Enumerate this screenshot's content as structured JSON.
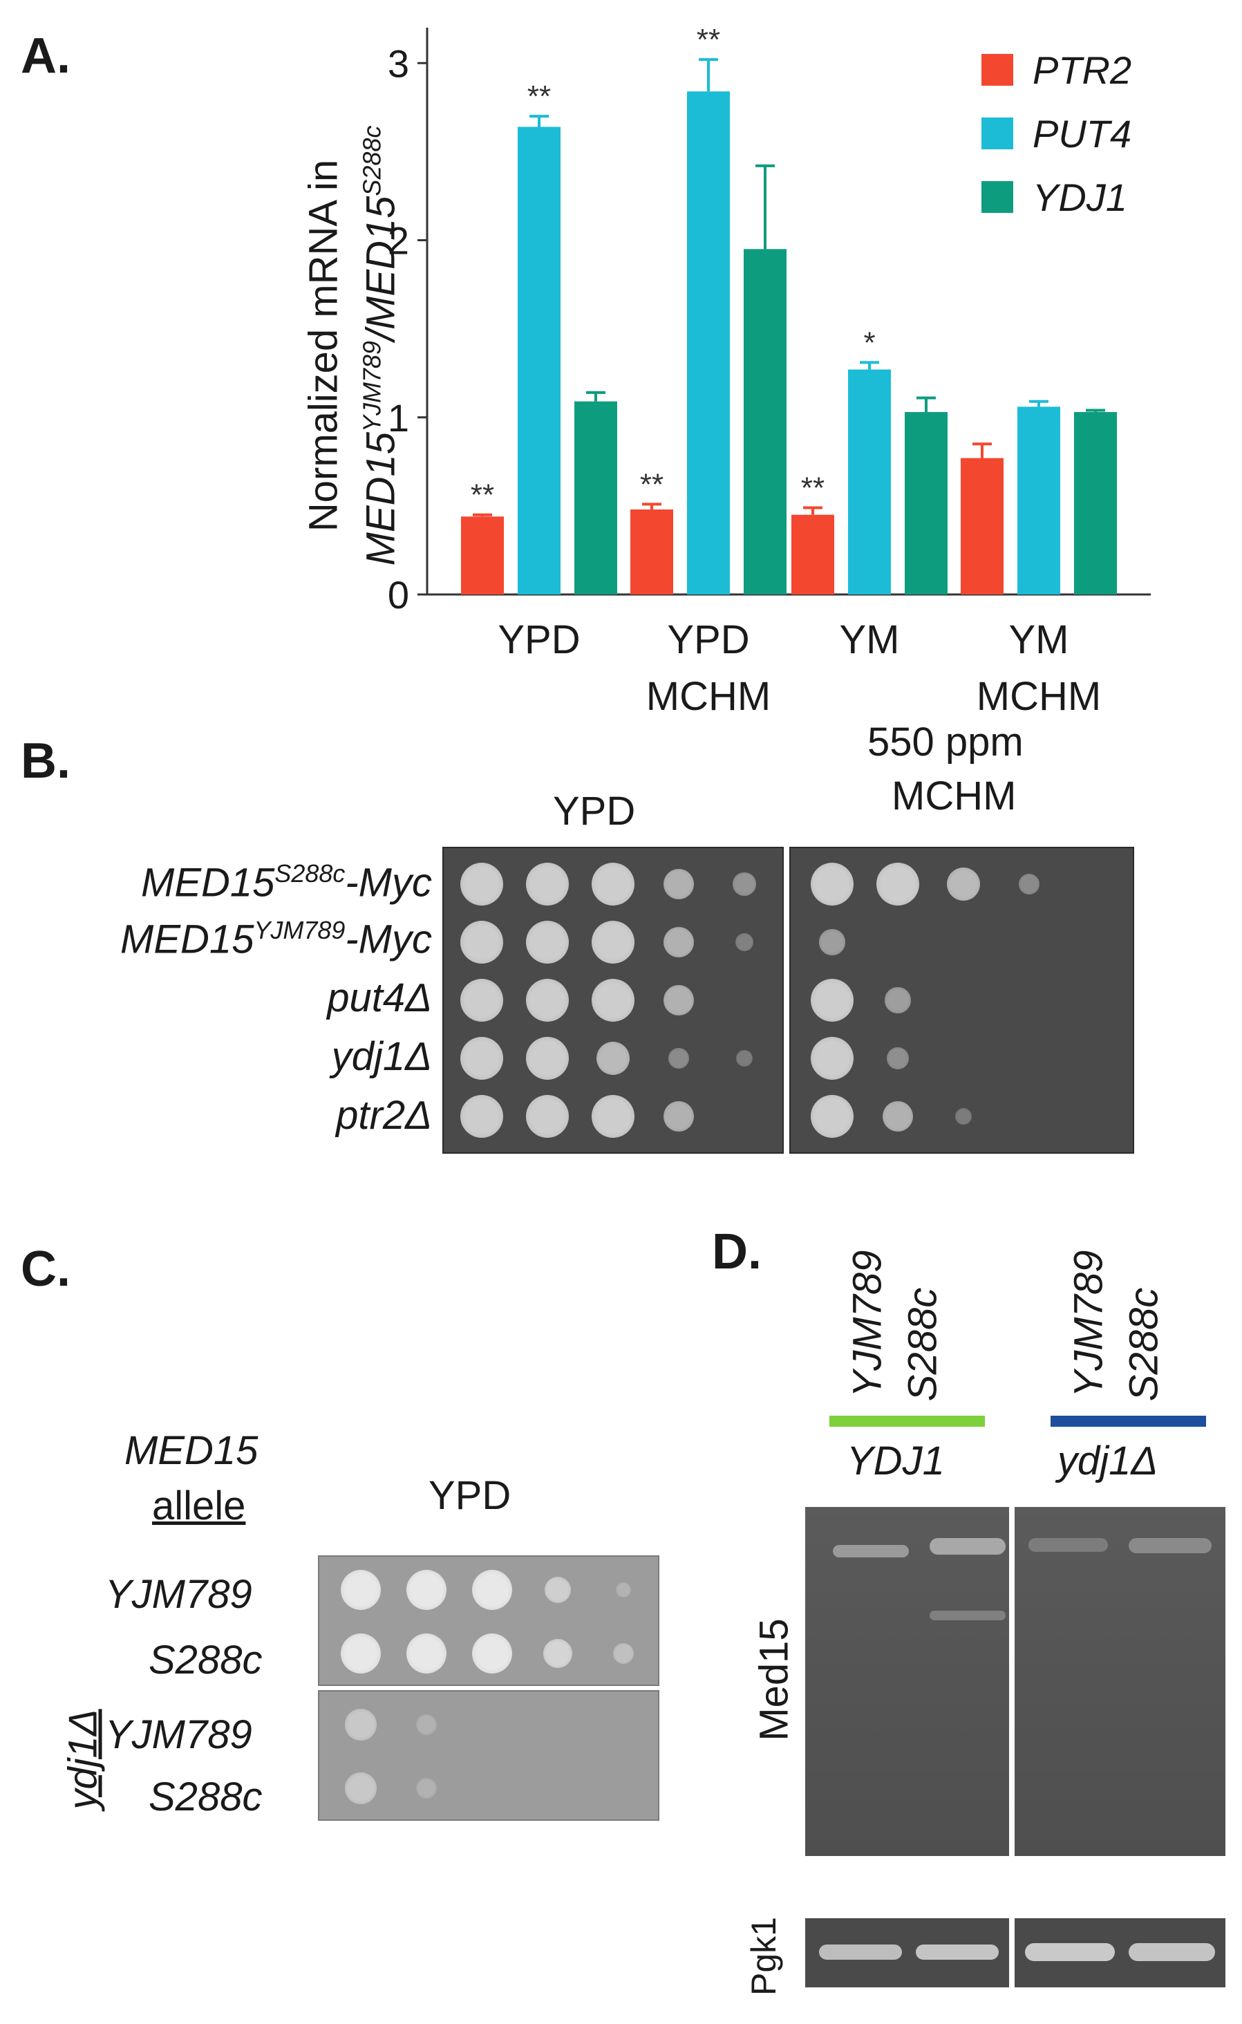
{
  "panelA": {
    "letter": "A.",
    "ylabel_line1": "Normalized mRNA in",
    "ylabel_gene1": "MED15",
    "ylabel_sup1": "YJM789",
    "ylabel_sep": "/MED15",
    "ylabel_sup2": "S288c",
    "conditions": [
      "YPD",
      "YPD MCHM",
      "YM",
      "YM MCHM"
    ],
    "condition_lines": [
      [
        "YPD"
      ],
      [
        "YPD",
        "MCHM"
      ],
      [
        "YM"
      ],
      [
        "YM",
        "MCHM"
      ]
    ],
    "legend": [
      "PTR2",
      "PUT4",
      "YDJ1"
    ],
    "colors": {
      "PTR2": "#f4472f",
      "PUT4": "#1cbcd6",
      "YDJ1": "#0e9c7e",
      "error": "#1cbcd6"
    }
  },
  "chart_data": {
    "type": "bar",
    "categories": [
      "YPD",
      "YPD MCHM",
      "YM",
      "YM MCHM"
    ],
    "series": [
      {
        "name": "PTR2",
        "values": [
          0.44,
          0.48,
          0.45,
          0.77
        ],
        "errors": [
          0.01,
          0.03,
          0.04,
          0.08
        ],
        "stars": [
          "**",
          "**",
          "**",
          ""
        ]
      },
      {
        "name": "PUT4",
        "values": [
          2.64,
          2.84,
          1.27,
          1.06
        ],
        "errors": [
          0.06,
          0.18,
          0.04,
          0.03
        ],
        "stars": [
          "**",
          "**",
          "*",
          ""
        ]
      },
      {
        "name": "YDJ1",
        "values": [
          1.09,
          1.95,
          1.03,
          1.03
        ],
        "errors": [
          0.05,
          0.47,
          0.08,
          0.01
        ],
        "stars": [
          "",
          "",
          "",
          ""
        ]
      }
    ],
    "ylim": [
      0,
      3.2
    ],
    "yticks": [
      0,
      1,
      2,
      3
    ],
    "grid": false,
    "legend_position": "top-right"
  },
  "panelB": {
    "letter": "B.",
    "plate1_title": "YPD",
    "plate2_title_line1": "550 ppm",
    "plate2_title_line2": "MCHM",
    "strains": [
      {
        "base": "MED15",
        "sup": "S288c",
        "suffix": "-Myc"
      },
      {
        "base": "MED15",
        "sup": "YJM789",
        "suffix": "-Myc"
      },
      {
        "base": "put4Δ",
        "sup": "",
        "suffix": ""
      },
      {
        "base": "ydj1Δ",
        "sup": "",
        "suffix": ""
      },
      {
        "base": "ptr2Δ",
        "sup": "",
        "suffix": ""
      }
    ]
  },
  "panelC": {
    "letter": "C.",
    "header_line1": "MED15",
    "header_line2": "allele",
    "plate_title": "YPD",
    "rows": [
      "YJM789",
      "S288c",
      "YJM789",
      "S288c"
    ],
    "group_label": "ydj1Δ"
  },
  "panelD": {
    "letter": "D.",
    "lane_labels": [
      "YJM789",
      "S288c",
      "YJM789",
      "S288c"
    ],
    "group1": "YDJ1",
    "group2": "ydj1Δ",
    "group1_color": "#7fd13b",
    "group2_color": "#1f4e9c",
    "blot_label": "Med15",
    "loading_label": "Pgk1"
  }
}
